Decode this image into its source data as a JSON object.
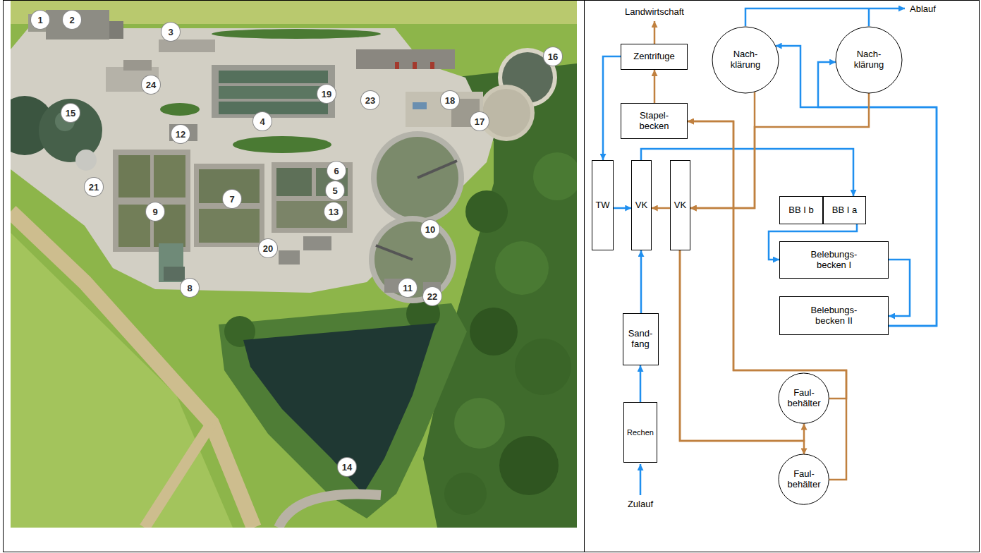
{
  "diagram": {
    "nodes": [
      {
        "text": [
          "Nach- klärung"
        ]
      },
      {
        "text": [
          "Nach- klärung"
        ]
      },
      {
        "text": [
          "Zentrifuge"
        ]
      },
      {
        "text": [
          "Stapel- becken"
        ]
      },
      {
        "text": [
          "TW"
        ]
      },
      {
        "text": [
          "VK"
        ]
      },
      {
        "text": [
          "VK"
        ]
      },
      {
        "text": [
          "BB I b"
        ]
      },
      {
        "text": [
          "BB I a"
        ]
      },
      {
        "text": [
          "Belebungs- becken I"
        ]
      },
      {
        "text": [
          "Belebungs- becken II"
        ]
      },
      {
        "text": [
          "Sand- fang"
        ]
      },
      {
        "text": [
          "Rechen"
        ]
      },
      {
        "text": [
          "Faul- behälter"
        ]
      },
      {
        "text": [
          "Faul- behälter"
        ]
      }
    ],
    "edges": [
      {
        "from": 12,
        "to": 11,
        "arrow": "to"
      },
      {
        "from": 11,
        "to": 5,
        "arrow": "to"
      },
      {
        "from": 4,
        "to": 5,
        "arrow": "to"
      },
      {
        "from": 2,
        "to": 4,
        "arrow": "to"
      },
      {
        "from": 5,
        "to": 8,
        "arrow": "to"
      },
      {
        "from": 8,
        "to": 9,
        "arrow": "to"
      },
      {
        "from": 9,
        "to": 10,
        "arrow": "to"
      },
      {
        "from": 10,
        "to": 0,
        "arrow": "to"
      },
      {
        "from": 10,
        "to": 1,
        "arrow": "to"
      },
      {
        "from": 0,
        "to": 6,
        "arrow": "to"
      },
      {
        "from": 1,
        "to": 6,
        "arrow": "to"
      },
      {
        "from": 6,
        "to": 5,
        "arrow": "to"
      },
      {
        "from": 6,
        "to": 13,
        "arrow": "to"
      },
      {
        "from": 6,
        "to": 14,
        "arrow": "to"
      },
      {
        "from": 13,
        "to": 3,
        "arrow": "to"
      },
      {
        "from": 14,
        "to": 3,
        "arrow": "to"
      },
      {
        "from": 3,
        "to": 2,
        "arrow": "to"
      }
    ],
    "labels": [
      "1",
      "2",
      "3",
      "4",
      "5",
      "6",
      "7",
      "8",
      "9",
      "10",
      "11",
      "12",
      "13",
      "14",
      "15",
      "16",
      "17",
      "18",
      "19",
      "20",
      "21",
      "22",
      "23",
      "24",
      "Landwirtschaft",
      "Ablauf",
      "Zulauf"
    ]
  }
}
